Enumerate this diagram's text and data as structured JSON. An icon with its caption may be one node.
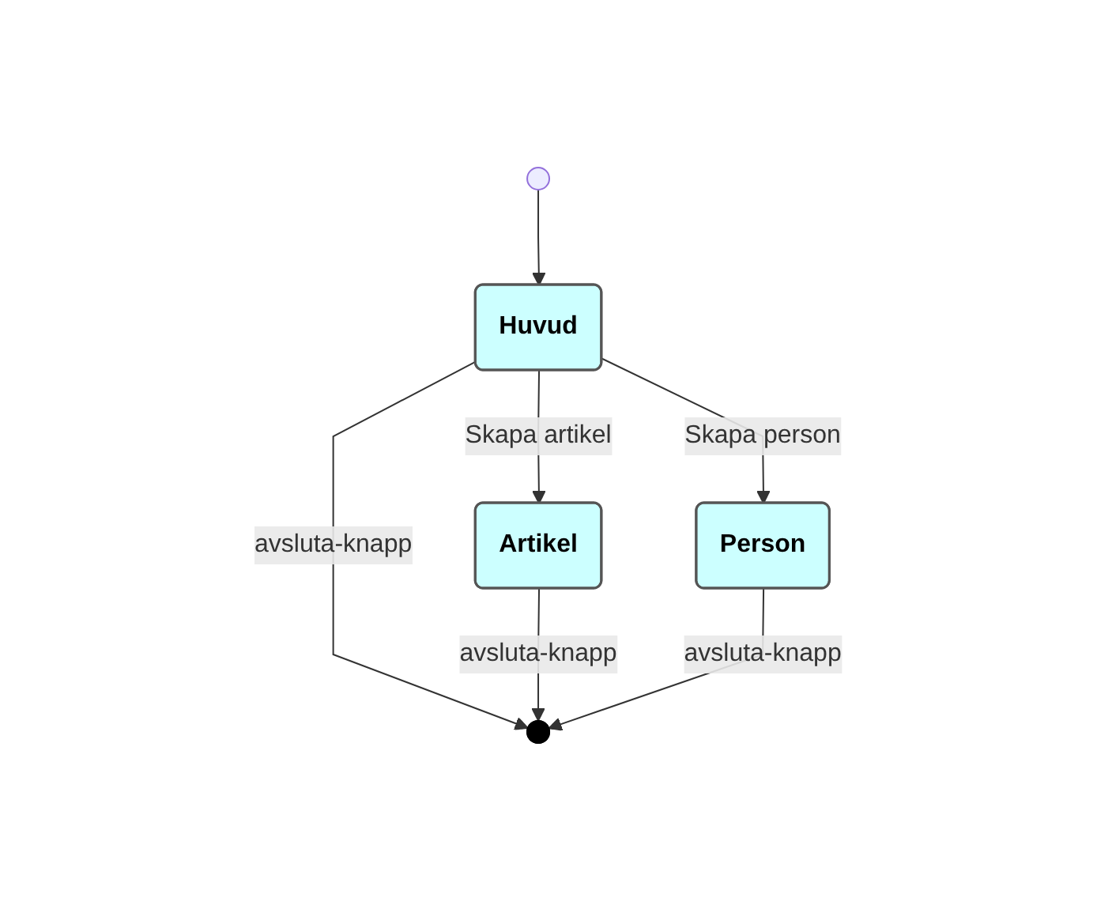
{
  "diagram": {
    "nodes": [
      {
        "text": [],
        "shape": "circle"
      },
      {
        "text": [],
        "shape": "circle"
      },
      {
        "text": [
          "Huvud"
        ]
      },
      {
        "text": [
          "Artikel"
        ]
      },
      {
        "text": [
          "Person"
        ]
      }
    ],
    "edges": [
      {
        "from": 0,
        "to": 2,
        "arrow": "to"
      },
      {
        "from": 2,
        "to": 3,
        "arrow": "to",
        "label": "Skapa artikel"
      },
      {
        "from": 2,
        "to": 4,
        "arrow": "to",
        "label": "Skapa person"
      },
      {
        "from": 2,
        "to": 1,
        "arrow": "to",
        "label": "avsluta-knapp"
      },
      {
        "from": 3,
        "to": 1,
        "arrow": "to",
        "label": "avsluta-knapp"
      },
      {
        "from": 4,
        "to": 1,
        "arrow": "to",
        "label": "avsluta-knapp"
      }
    ]
  }
}
